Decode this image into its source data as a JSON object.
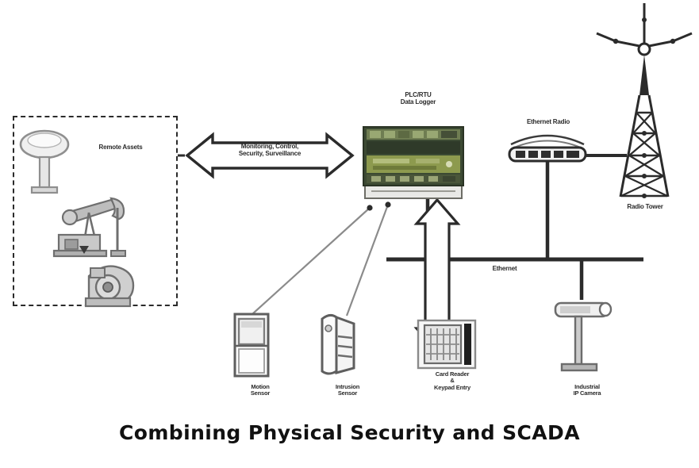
{
  "diagram": {
    "title": "Combining Physical Security and SCADA",
    "colors": {
      "line": "#2b2b2b",
      "rtu_dark_green": "#3c4a33",
      "rtu_olive": "#8d9a4e",
      "rtu_light": "#c8cfae",
      "equipment_gray": "#9a9a9a",
      "background": "#ffffff"
    },
    "nodes": {
      "remote_assets": {
        "label": "Remote Assets",
        "icons": [
          "water-tower-icon",
          "pumpjack-icon",
          "pump-blower-icon"
        ]
      },
      "rtu": {
        "label": "PLC/RTU\nData Logger",
        "icon": "rtu-controller-icon"
      },
      "ethernet_radio": {
        "label": "Ethernet Radio",
        "icon": "ethernet-radio-icon"
      },
      "radio_tower": {
        "label": "Radio Tower",
        "icon": "radio-tower-icon"
      },
      "motion_sensor": {
        "label": "Motion\nSensor",
        "icon": "motion-sensor-icon"
      },
      "intrusion_sensor": {
        "label": "Intrusion\nSensor",
        "icon": "intrusion-sensor-icon"
      },
      "card_reader": {
        "label": "Card Reader\n&\nKeypad Entry",
        "icon": "card-reader-icon"
      },
      "ip_camera": {
        "label": "Industrial\nIP Camera",
        "icon": "ip-camera-icon"
      }
    },
    "connections": {
      "bidirectional_link": {
        "label": "Monitoring, Control,\nSecurity, Surveillance"
      },
      "bus": {
        "label": "Ethernet"
      },
      "rtu_to_card_reader": {
        "label": "",
        "style": "double-headed-vertical-arrow"
      }
    }
  }
}
